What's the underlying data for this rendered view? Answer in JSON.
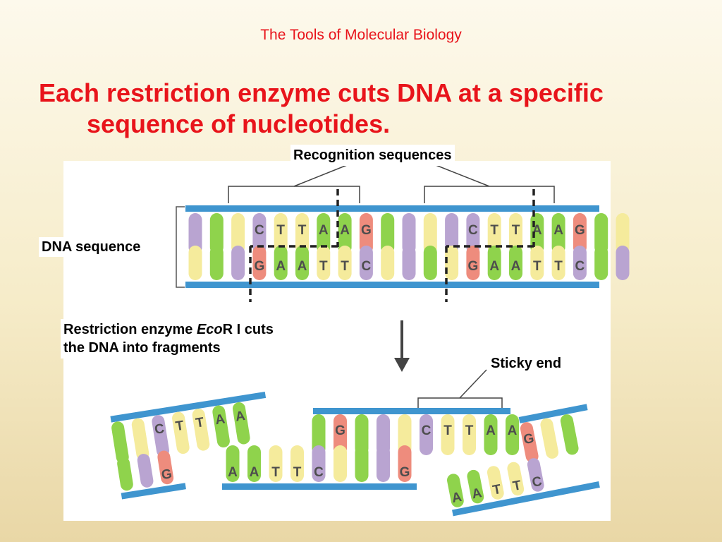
{
  "slide": {
    "title": "The Tools of Molecular Biology",
    "headline_line1": "Each restriction enzyme cuts DNA at a specific",
    "headline_line2": "sequence of nucleotides."
  },
  "labels": {
    "recognition": "Recognition sequences",
    "dna_sequence": "DNA sequence",
    "enzyme_pre": "Restriction enzyme ",
    "enzyme_italic": "Eco",
    "enzyme_post": "R I cuts",
    "enzyme_line2": "the DNA into fragments",
    "sticky_end": "Sticky end"
  },
  "dna": {
    "top_strand": [
      "",
      "",
      "",
      "C",
      "T",
      "T",
      "A",
      "A",
      "G",
      "",
      "",
      "",
      "",
      "C",
      "T",
      "T",
      "A",
      "A",
      "G",
      "",
      ""
    ],
    "bottom_strand": [
      "",
      "",
      "",
      "G",
      "A",
      "A",
      "T",
      "T",
      "C",
      "",
      "",
      "",
      "",
      "G",
      "A",
      "A",
      "T",
      "T",
      "C",
      "",
      ""
    ]
  },
  "fragments": {
    "left_top": [
      "",
      "",
      "C",
      "T",
      "T",
      "A",
      "A"
    ],
    "left_bottom": [
      "",
      "",
      "G"
    ],
    "middle_top": [
      "",
      "G",
      "",
      "",
      "",
      "C",
      "T",
      "T",
      "A",
      "A"
    ],
    "middle_bottom": [
      "A",
      "A",
      "T",
      "T",
      "C",
      "",
      "",
      "",
      "G"
    ],
    "right_top": [
      "G",
      "",
      ""
    ],
    "right_bottom": [
      "A",
      "A",
      "T",
      "T",
      "C"
    ]
  },
  "colors": {
    "title": "#e8141b",
    "backbone": "#3f95cf",
    "base_purple": "#b9a4d1",
    "base_pink": "#ee8c7d",
    "base_green": "#8fd34c",
    "base_yellow": "#f5eb9c",
    "base_letter": "#4d4d4d"
  }
}
